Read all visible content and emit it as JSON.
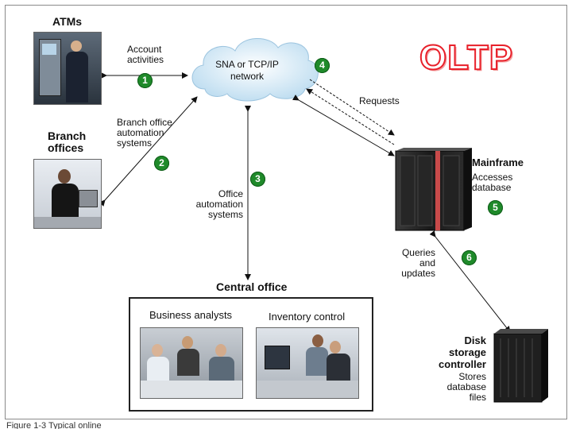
{
  "title_logo": "OLTP",
  "network": {
    "label": "SNA or TCP/IP network"
  },
  "atms": {
    "title": "ATMs",
    "link_label": "Account activities",
    "step": "1"
  },
  "branch": {
    "title": "Branch offices",
    "link_label": "Branch office automation systems",
    "step": "2"
  },
  "office_link": {
    "label": "Office automation systems",
    "step": "3"
  },
  "requests": {
    "label": "Requests",
    "step": "4"
  },
  "mainframe": {
    "title": "Mainframe",
    "subtitle": "Accesses database",
    "step": "5"
  },
  "queries": {
    "label": "Queries and updates",
    "step": "6"
  },
  "central_office": {
    "title": "Central office",
    "photo1_label": "Business analysts",
    "photo2_label": "Inventory control"
  },
  "disk": {
    "title": "Disk storage controller",
    "subtitle": "Stores database files"
  },
  "caption_fragment": "Figure 1-3   Typical online",
  "colors": {
    "badge": "#1f8a2a",
    "oltp_outline": "#e8202a",
    "cloud": "#cfe6f5"
  }
}
